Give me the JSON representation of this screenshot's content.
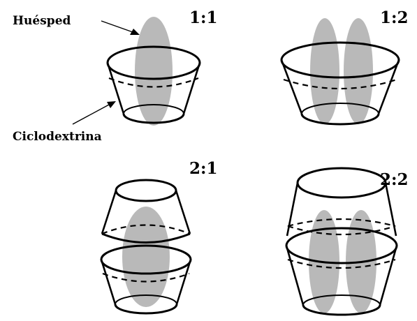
{
  "labels": {
    "host": "Huésped",
    "cyclodextrin": "Ciclodextrina"
  },
  "ratios": {
    "r11": "1:1",
    "r12": "1:2",
    "r21": "2:1",
    "r22": "2:2"
  },
  "colors": {
    "host": "#b9b9b9",
    "outline": "#000000",
    "background": "#ffffff"
  }
}
